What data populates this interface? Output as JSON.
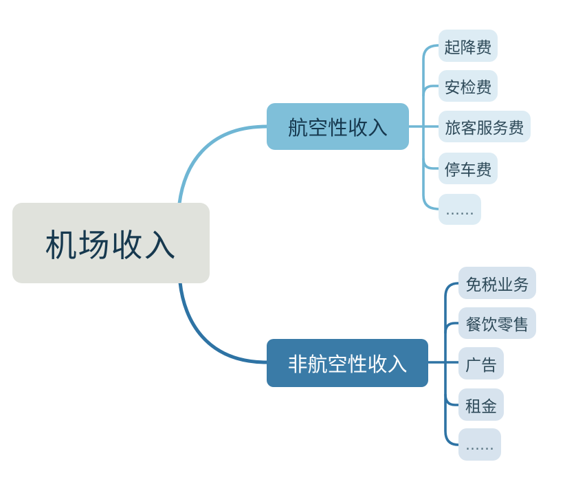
{
  "mindmap": {
    "root": {
      "label": "机场收入"
    },
    "branches": [
      {
        "label": "航空性收入",
        "children": [
          {
            "label": "起降费"
          },
          {
            "label": "安检费"
          },
          {
            "label": "旅客服务费"
          },
          {
            "label": "停车费"
          },
          {
            "label": "……"
          }
        ]
      },
      {
        "label": "非航空性收入",
        "children": [
          {
            "label": "免税业务"
          },
          {
            "label": "餐饮零售"
          },
          {
            "label": "广告"
          },
          {
            "label": "租金"
          },
          {
            "label": "……"
          }
        ]
      }
    ],
    "colors": {
      "background": "#ffffff",
      "root_fill": "#e0e2dc",
      "root_text": "#16384e",
      "aviation_fill": "#7fbfd9",
      "aviation_text": "#16384e",
      "aviation_line": "#6fb6d4",
      "aviation_leaf_fill": "#ddecf4",
      "nonaviation_fill": "#3a7ba7",
      "nonaviation_text": "#ffffff",
      "nonaviation_line": "#2e73a4",
      "nonaviation_leaf_fill": "#d7e3ee",
      "leaf_text": "#2e4a59"
    }
  }
}
